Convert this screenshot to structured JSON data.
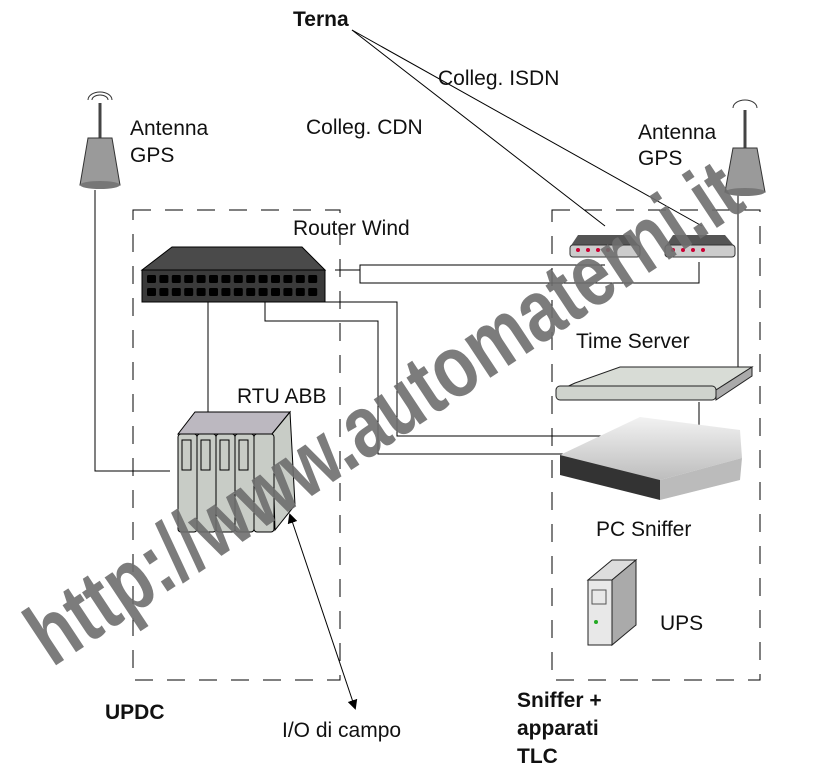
{
  "labels": {
    "terna": "Terna",
    "colleg_isdn": "Colleg. ISDN",
    "colleg_cdn": "Colleg. CDN",
    "antenna_left_line1": "Antenna",
    "antenna_left_line2": "GPS",
    "antenna_right_line1": "Antenna",
    "antenna_right_line2": "GPS",
    "router_wind": "Router Wind",
    "time_server": "Time Server",
    "rtu_abb": "RTU ABB",
    "pc_sniffer": "PC Sniffer",
    "ups": "UPS",
    "updc": "UPDC",
    "io_di_campo": "I/O di campo",
    "sniffer_line1": "Sniffer +",
    "sniffer_line2": "apparati",
    "sniffer_line3": "TLC"
  },
  "watermark": "http://www.automaterni.it"
}
